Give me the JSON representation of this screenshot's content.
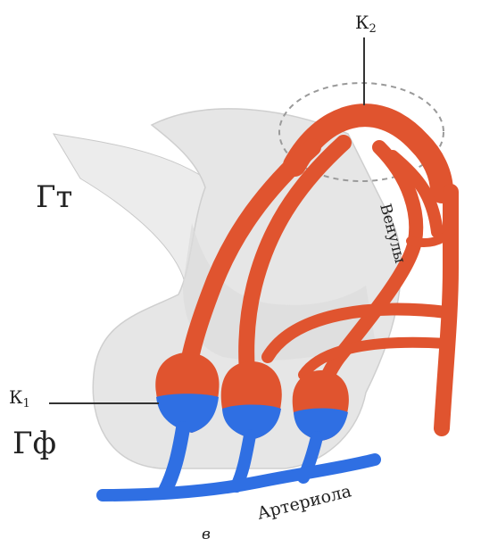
{
  "labels": {
    "k2": "К",
    "k2_sub": "2",
    "k1": "К",
    "k1_sub": "1",
    "gt": "Гт",
    "gf": "Гф",
    "venules": "Венулы",
    "arteriole": "Артериола",
    "panel": "в"
  },
  "colors": {
    "vein": "#e0542f",
    "vein_dark": "#c8401f",
    "artery": "#2f6fe3",
    "tissue": "#e3e3e3",
    "tissue_light": "#ececec",
    "text": "#222222"
  }
}
